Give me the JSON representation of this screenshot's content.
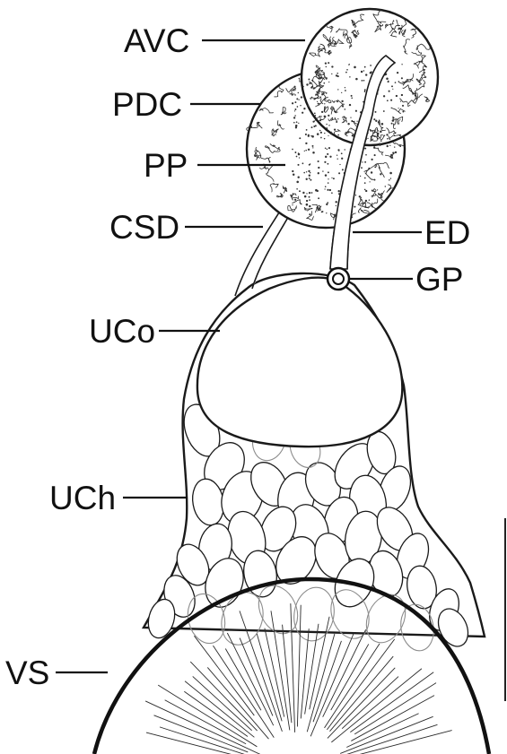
{
  "labels": {
    "avc": "AVC",
    "pdc": "PDC",
    "pp": "PP",
    "csd": "CSD",
    "ed": "ED",
    "gp": "GP",
    "uco": "UCo",
    "uch": "UCh",
    "vs": "VS"
  },
  "colors": {
    "line": "#1a1a1a",
    "faint_line": "#8c8c8c",
    "background": "#ffffff"
  }
}
